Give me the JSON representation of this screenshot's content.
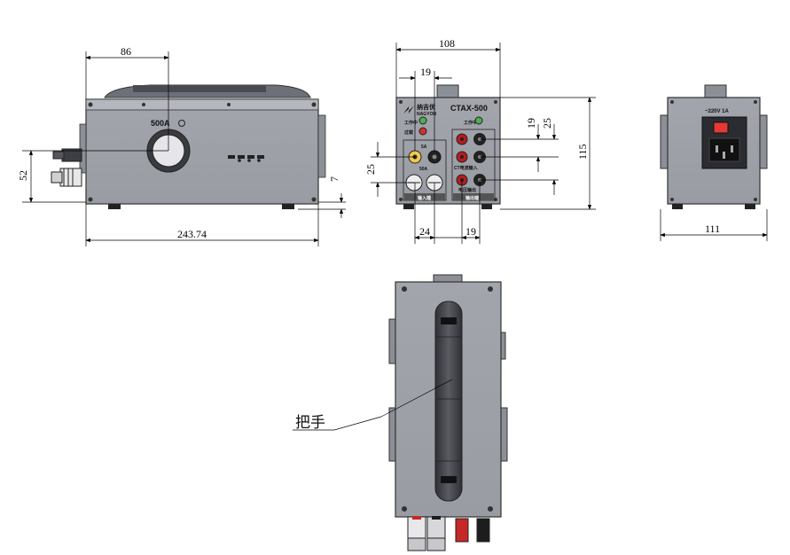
{
  "views": {
    "front": {
      "label_current": "500A",
      "dim_width_top": "86",
      "dim_height_left": "52",
      "dim_foot": "7",
      "dim_total_width": "243.74"
    },
    "side_panel": {
      "model": "CTAX-500",
      "brand_cn": "纳吉优",
      "brand_en": "NAGYON",
      "ind_1": "工作中",
      "ind_2": "过载",
      "ind_3": "工作中",
      "label_5a": "5A",
      "label_50a": "50A",
      "group_input": "输入端",
      "group_ct": "CT电流输入",
      "group_v": "电压输出",
      "group_out": "输出端",
      "dim_top": "108",
      "dim_19_top": "19",
      "dim_19_right": "19",
      "dim_25_right": "25",
      "dim_height": "115",
      "dim_25_left": "25",
      "dim_24_bottom": "24",
      "dim_19_bottom": "19"
    },
    "rear": {
      "fuse_label": "~220V 1A",
      "dim_width": "111"
    },
    "top": {
      "handle_label": "把手"
    }
  }
}
